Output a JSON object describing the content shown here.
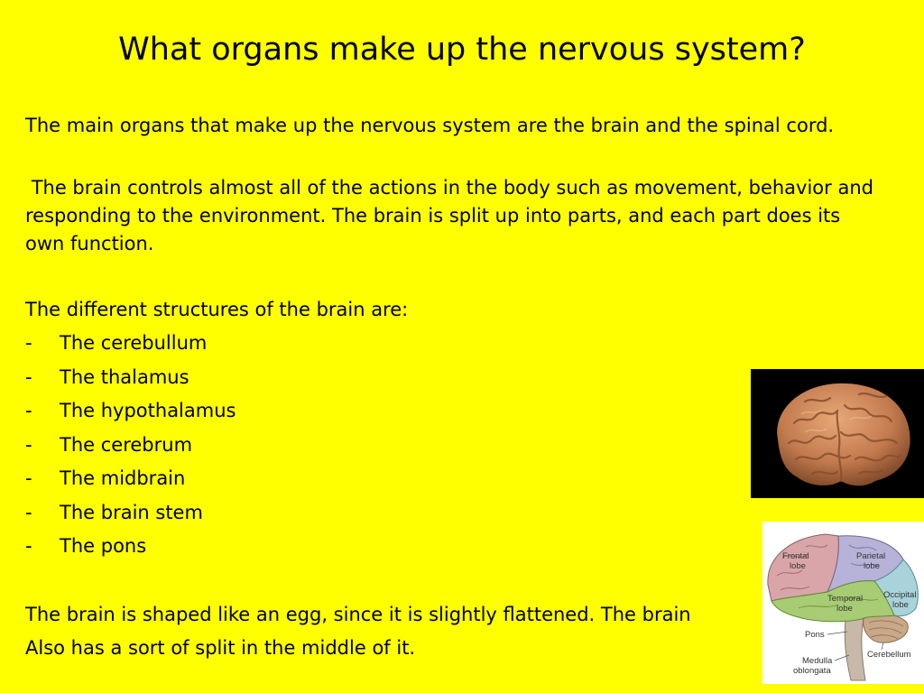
{
  "slide": {
    "title": "What organs make up the nervous system?",
    "paragraph1": "The main organs that make up the nervous system are the brain and the spinal cord.",
    "paragraph2": " The brain controls almost all of the actions in the body such as movement, behavior and responding to the environment. The brain is split up into parts, and each part does its own function.",
    "list_intro": "The different structures of the brain are:",
    "list_marker": "-",
    "list": [
      "The cerebullum",
      "The thalamus",
      "The hypothalamus",
      "The cerebrum",
      "The midbrain",
      "The brain stem",
      "The pons"
    ],
    "paragraph4": "The brain is shaped like an egg, since it is slightly flattened. The brain",
    "paragraph5": "Also has a sort of split in the middle of it."
  },
  "diagram": {
    "frontal_1": "Frontal",
    "frontal_2": "lobe",
    "parietal_1": "Parietal",
    "parietal_2": "lobe",
    "temporal_1": "Temporal",
    "temporal_2": "lobe",
    "occipital_1": "Occipital",
    "occipital_2": "lobe",
    "pons": "Pons",
    "medulla_1": "Medulla",
    "medulla_2": "oblongata",
    "cerebellum": "Cerebellum"
  },
  "colors": {
    "background": "#FFFF00",
    "text": "#000000"
  }
}
